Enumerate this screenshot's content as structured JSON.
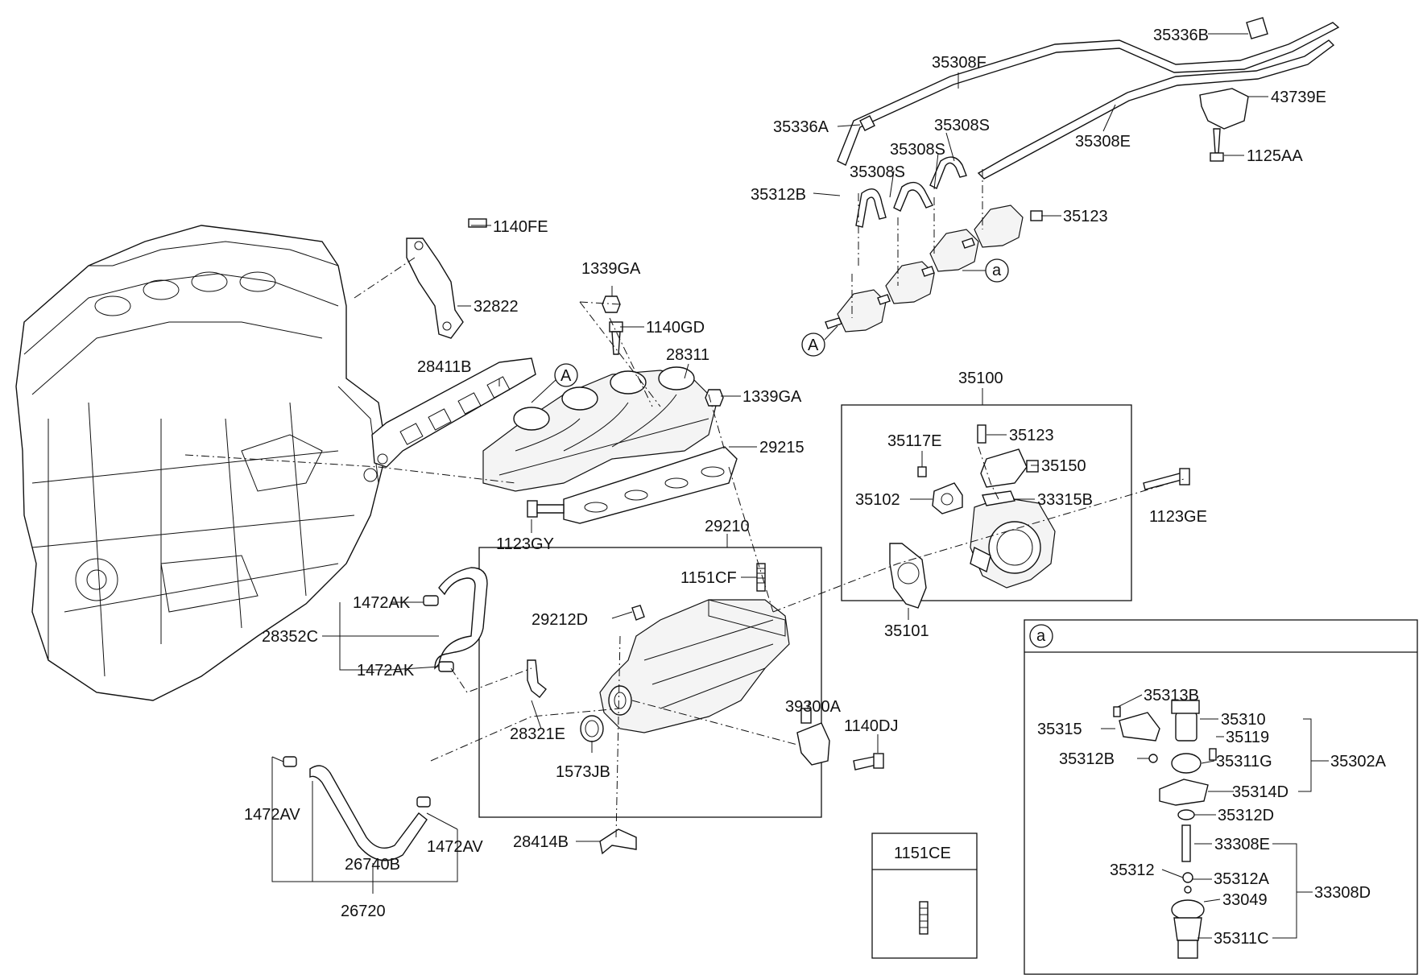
{
  "callouts": {
    "A_top": "A",
    "A_left": "A",
    "a_main": "a",
    "a_box": "a"
  },
  "labels": {
    "p35336B": "35336B",
    "p35308F": "35308F",
    "p43739E": "43739E",
    "p35336A": "35336A",
    "p35308S_1": "35308S",
    "p35308S_2": "35308S",
    "p35308S_3": "35308S",
    "p35308E": "35308E",
    "p1125AA": "1125AA",
    "p35312B_top": "35312B",
    "p35123_top": "35123",
    "p1140FE": "1140FE",
    "p32822": "32822",
    "p1339GA_top": "1339GA",
    "p1140GD": "1140GD",
    "p28311": "28311",
    "p28411B": "28411B",
    "p1339GA_right": "1339GA",
    "p35100": "35100",
    "p29215": "29215",
    "p35117E": "35117E",
    "p35123_mid": "35123",
    "p35150": "35150",
    "p35102": "35102",
    "p33315B": "33315B",
    "p1123GE": "1123GE",
    "p1123GY": "1123GY",
    "p29210": "29210",
    "p1151CF": "1151CF",
    "p35101": "35101",
    "p1472AK_1": "1472AK",
    "p29212D": "29212D",
    "p28352C": "28352C",
    "p1472AK_2": "1472AK",
    "p39300A": "39300A",
    "p1140DJ": "1140DJ",
    "p28321E": "28321E",
    "p1573JB": "1573JB",
    "p1472AV_1": "1472AV",
    "p1472AV_2": "1472AV",
    "p26740B": "26740B",
    "p26720": "26720",
    "p28414B": "28414B",
    "p1151CE": "1151CE",
    "p35313B": "35313B",
    "p35310": "35310",
    "p35315": "35315",
    "p35119": "35119",
    "p35312B_box": "35312B",
    "p35311G": "35311G",
    "p35302A": "35302A",
    "p35314D": "35314D",
    "p35312D": "35312D",
    "p33308E": "33308E",
    "p35312": "35312",
    "p35312A": "35312A",
    "p33308D": "33308D",
    "p33049": "33049",
    "p35311C": "35311C"
  }
}
